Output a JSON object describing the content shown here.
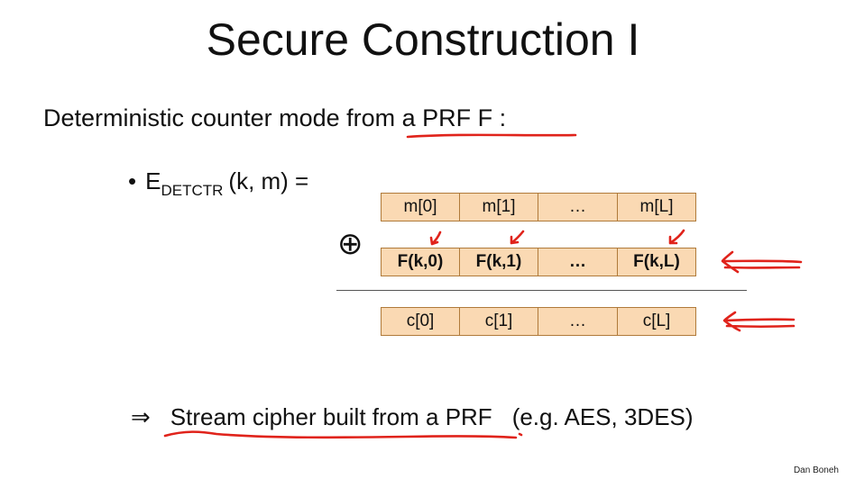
{
  "slide": {
    "title": "Secure Construction I",
    "subtitle": "Deterministic counter mode from a PRF  F :",
    "formula": {
      "bullet": "•",
      "label": "E",
      "subscript": "DETCTR",
      "args": "(k, m)  ="
    },
    "xor_symbol": "⊕",
    "message_row": [
      "m[0]",
      "m[1]",
      "…",
      "m[L]"
    ],
    "prf_row": [
      "F(k,0)",
      "F(k,1)",
      "…",
      "F(k,L)"
    ],
    "cipher_row": [
      "c[0]",
      "c[1]",
      "…",
      "c[L]"
    ],
    "conclusion": {
      "implies": "⇒",
      "text": "Stream cipher built from a PRF",
      "example": "(e.g.  AES, 3DES)"
    },
    "credit": "Dan Boneh"
  },
  "colors": {
    "cell_fill": "#fad9b3",
    "cell_border": "#b07a3a",
    "annotation_red": "#e0231b"
  }
}
